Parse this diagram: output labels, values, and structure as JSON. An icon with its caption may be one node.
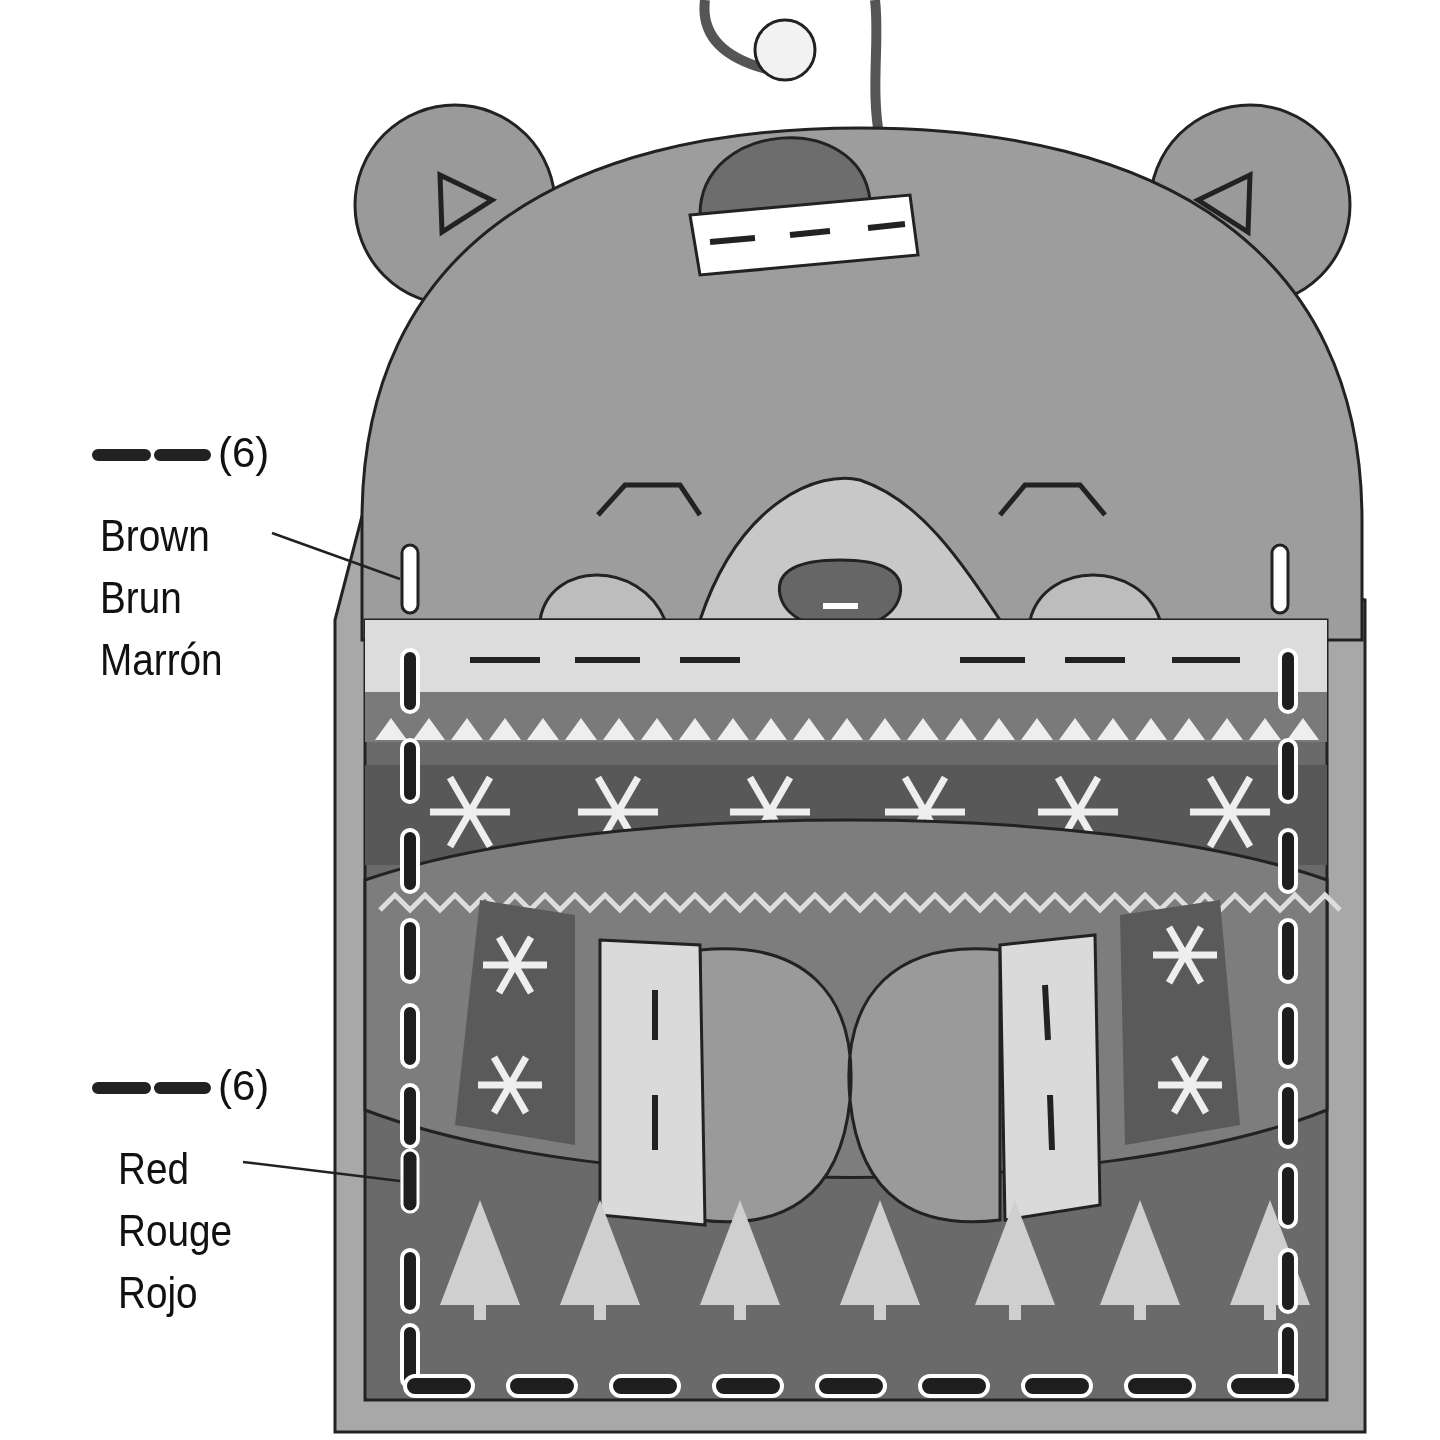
{
  "diagram": {
    "nodes": [
      {
        "text": [
          "Brown Brun Marrón"
        ]
      },
      {
        "text": [],
        "shape": "bar"
      },
      {
        "text": [
          "Red Rouge Rojo"
        ]
      },
      {
        "text": [],
        "shape": "bar"
      }
    ],
    "edges": [
      {
        "from": 0,
        "to": 1,
        "arrow": "none"
      },
      {
        "from": 2,
        "to": 3,
        "arrow": "none"
      }
    ],
    "legend": [
      {
        "text": "(6)"
      },
      {
        "text": "(6)"
      }
    ]
  }
}
